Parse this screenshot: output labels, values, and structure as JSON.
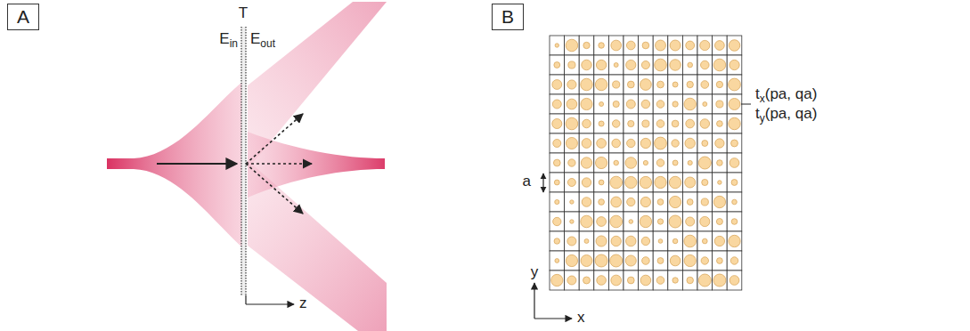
{
  "diagram": {
    "nodes": [
      {
        "text": [
          "A"
        ]
      },
      {
        "text": [
          "B"
        ]
      }
    ],
    "labels": [
      "T",
      "Ein",
      "Eout",
      "z",
      "a",
      "y",
      "x",
      "tx(pa, qa)",
      "ty(pa, qa)"
    ]
  }
}
